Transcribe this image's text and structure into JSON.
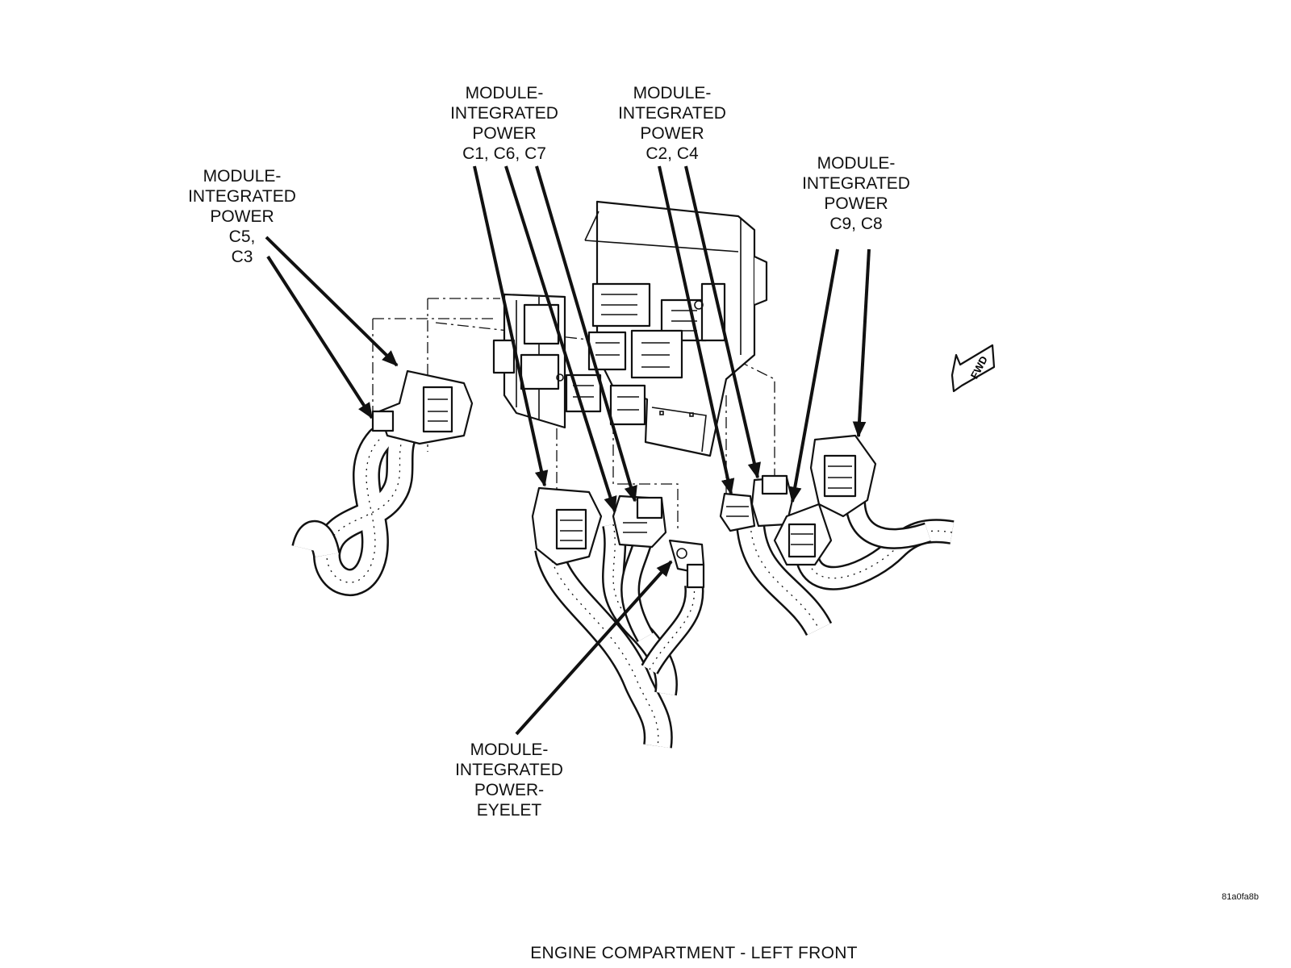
{
  "callouts": {
    "c5_c3": [
      "MODULE-",
      "INTEGRATED",
      "POWER",
      "C5,",
      "C3"
    ],
    "c1_c6_c7": [
      "MODULE-",
      "INTEGRATED",
      "POWER",
      "C1, C6, C7"
    ],
    "c2_c4": [
      "MODULE-",
      "INTEGRATED",
      "POWER",
      "C2, C4"
    ],
    "c9_c8": [
      "MODULE-",
      "INTEGRATED",
      "POWER",
      "C9, C8"
    ],
    "eyelet": [
      "MODULE-",
      "INTEGRATED",
      "POWER-",
      "EYELET"
    ]
  },
  "fwd_label": "FWD",
  "figure_code": "81a0fa8b",
  "caption": "ENGINE COMPARTMENT - LEFT FRONT"
}
